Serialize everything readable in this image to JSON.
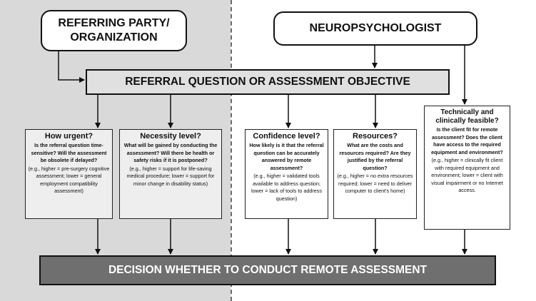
{
  "colors": {
    "left_panel": "#d9d9d9",
    "right_panel": "#ffffff",
    "referral_box": "#e0e0e0",
    "decision_box": "#6f6f6f",
    "decision_text": "#ffffff",
    "lines": "#111111"
  },
  "parties": {
    "referring": "REFERRING PARTY/ ORGANIZATION",
    "neuropsychologist": "NEUROPSYCHOLOGIST"
  },
  "referral": "REFERRAL QUESTION OR ASSESSMENT OBJECTIVE",
  "decision": "DECISION WHETHER TO CONDUCT REMOTE ASSESSMENT",
  "factors": [
    {
      "title": "How urgent?",
      "question": "Is the referral question time-sensitive? Will the assessment be obsolete if delayed?",
      "example": "(e.g., higher = pre-surgery cognitive assessment; lower = general employment compatibility assessment)"
    },
    {
      "title": "Necessity level?",
      "question": "What will be gained by conducting the assessment? Will there be health or safety risks if it is postponed?",
      "example": "(e.g., higher = support for life-saving medical procedure; lower = support for minor change in disability status)"
    },
    {
      "title": "Confidence level?",
      "question": "How likely is it that the referral question can be accurately answered by remote assessment?",
      "example": "(e.g., higher = validated tools available to address question; lower = lack of tools to address question)"
    },
    {
      "title": "Resources?",
      "question": "What are the costs and resources required? Are they justified by the referral question?",
      "example": "(e.g., higher = no extra resources required; lower = need to deliver computer to client's home)"
    },
    {
      "title": "Technically and clinically feasible?",
      "question": "Is the client fit for remote assessment? Does the client have access to the required equipment and environment?",
      "example": "(e.g., higher = clinically fit client with required equipment and environment; lower = client with visual impairment or no Internet access."
    }
  ]
}
